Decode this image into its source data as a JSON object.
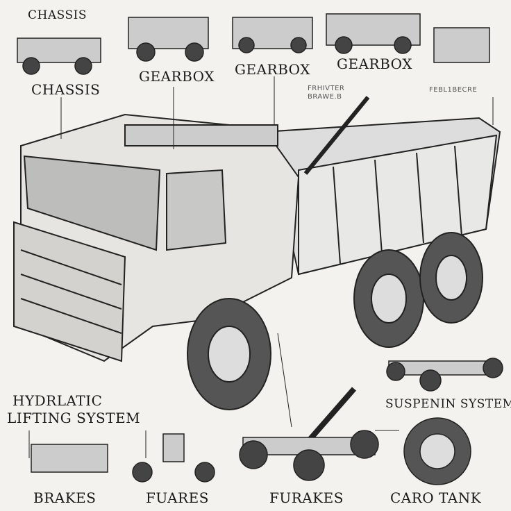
{
  "labels": {
    "chassis_top": "CHASSIS",
    "chassis": "CHASSIS",
    "gearbox_1": "GEARBOX",
    "gearbox_2": "GEARBOX",
    "gearbox_3": "GEARBOX",
    "small_1a": "FRHIVTER",
    "small_1b": "BRAWE.B",
    "small_2": "FEBL1BECRE",
    "hydraulic_1": "HYDRLATIC",
    "hydraulic_2": "LIFTING SYSTEM",
    "suspension": "SUSPENIN SYSTEM",
    "brakes": "BRAKES",
    "fuares": "FUARES",
    "furakes": "FURAKES",
    "caro_tank": "CARO TANK"
  }
}
